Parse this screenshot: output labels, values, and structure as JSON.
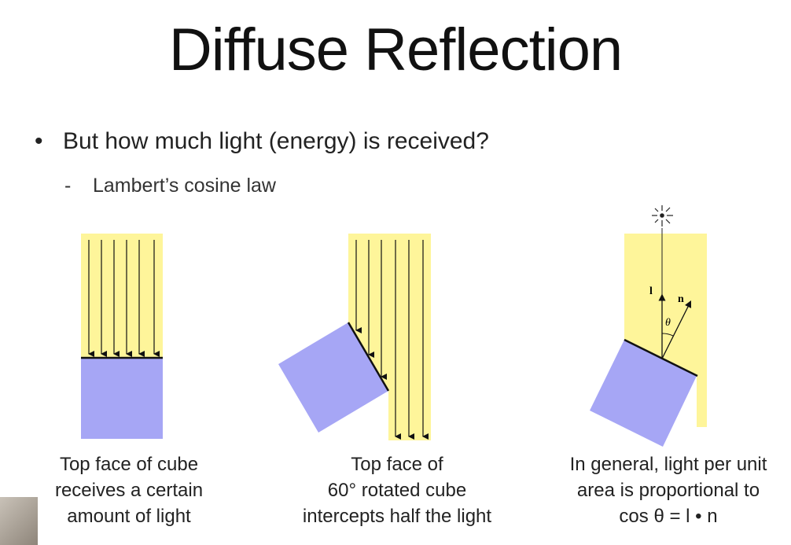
{
  "slide": {
    "title": "Diffuse Reflection",
    "bullet": "But how much light (energy) is received?",
    "sub_bullet": "Lambert’s cosine law",
    "bullet_marker": "•",
    "sub_marker": "-"
  },
  "figures": [
    {
      "caption_lines": [
        "Top face of cube",
        "receives a certain",
        "amount of light"
      ]
    },
    {
      "caption_lines": [
        "Top face of",
        "60° rotated cube",
        "intercepts half the light"
      ]
    },
    {
      "caption_lines": [
        "In general, light per unit",
        "area is proportional to",
        "cos θ = l • n"
      ],
      "vector_labels": {
        "light": "l",
        "normal": "n",
        "angle": "θ"
      }
    }
  ],
  "colors": {
    "light_beam": "#fef59a",
    "cube": "#a6a6f5",
    "arrow": "#111111"
  }
}
